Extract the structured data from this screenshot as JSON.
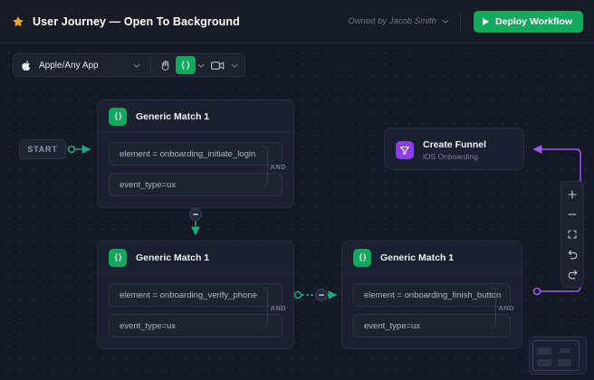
{
  "header": {
    "star_icon": "star-icon",
    "title": "User Journey — Open To Background",
    "owner": "Owned by Jacob Smith",
    "owner_chevron": "chevron-down-icon",
    "deploy_label": "Deploy Workflow",
    "deploy_icon": "play-icon",
    "accent_green": "#14a85f",
    "star_color": "#f5a623"
  },
  "toolbar": {
    "app_icon": "apple-icon",
    "app_name": "Apple/Any App",
    "app_chevron": "chevron-down-icon",
    "hand_tool": "hand-icon",
    "code_tool": "code-braces-icon",
    "code_chevron": "chevron-down-icon",
    "video_tool": "video-camera-icon",
    "video_chevron": "chevron-down-icon"
  },
  "canvas": {
    "start_label": "START",
    "nodes": [
      {
        "id": "match-1",
        "title": "Generic Match 1",
        "badge_icon": "code-braces-icon",
        "badge_color": "#14a85f",
        "conditions": [
          "element = onboarding_initiate_login",
          "event_type=ux"
        ],
        "operator": "AND"
      },
      {
        "id": "match-2",
        "title": "Generic Match 1",
        "badge_icon": "code-braces-icon",
        "badge_color": "#14a85f",
        "conditions": [
          "element = onboarding_verify_phone",
          "event_type=ux"
        ],
        "operator": "AND"
      },
      {
        "id": "match-3",
        "title": "Generic Match 1",
        "badge_icon": "code-braces-icon",
        "badge_color": "#14a85f",
        "conditions": [
          "element = onboarding_finish_button",
          "event_type=ux"
        ],
        "operator": "AND"
      },
      {
        "id": "funnel",
        "title": "Create Funnel",
        "subtitle": "iOS Onboarding",
        "badge_icon": "funnel-icon",
        "badge_color": "#8b3ee8"
      }
    ],
    "edge_color_green": "#1ea97c",
    "edge_color_purple": "#a855f7"
  },
  "controls": {
    "zoom_in": "plus-icon",
    "zoom_out": "minus-icon",
    "fit_view": "fit-screen-icon",
    "undo": "undo-icon",
    "redo": "redo-icon"
  },
  "minimap": {
    "name": "minimap"
  }
}
